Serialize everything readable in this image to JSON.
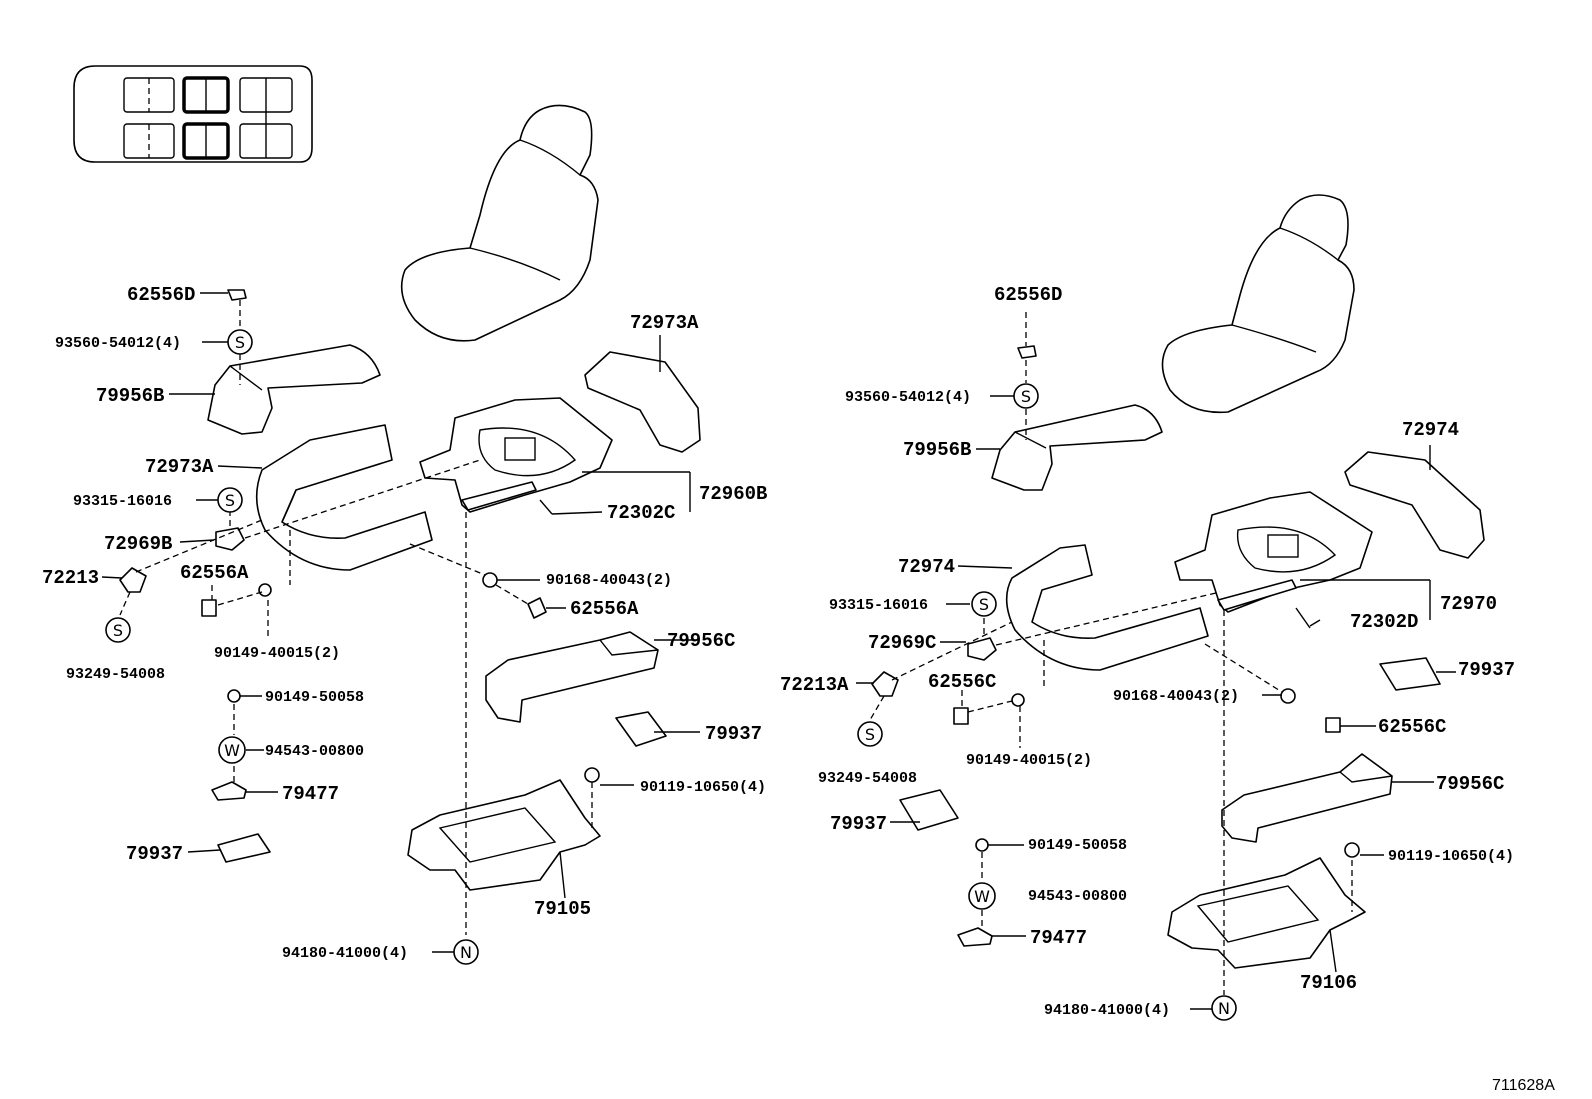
{
  "diagram_code": "711628A",
  "left_assembly": {
    "labels": {
      "l_62556D": "62556D",
      "l_93560": "93560-54012(4)",
      "l_79956B": "79956B",
      "l_72973A_top": "72973A",
      "l_72973A": "72973A",
      "l_93315": "93315-16016",
      "l_72969B": "72969B",
      "l_72213": "72213",
      "l_62556A_a": "62556A",
      "l_93249": "93249-54008",
      "l_90149_40015": "90149-40015(2)",
      "l_90168": "90168-40043(2)",
      "l_62556A_b": "62556A",
      "l_72302C": "72302C",
      "l_72960B": "72960B",
      "l_79956C": "79956C",
      "l_90149_50058": "90149-50058",
      "l_94543": "94543-00800",
      "l_79477": "79477",
      "l_79937_a": "79937",
      "l_79937_b": "79937",
      "l_90119": "90119-10650(4)",
      "l_79105": "79105",
      "l_94180": "94180-41000(4)"
    },
    "symbols": {
      "s1": "S",
      "s2": "S",
      "s3": "S",
      "w": "W",
      "n": "N"
    }
  },
  "right_assembly": {
    "labels": {
      "r_62556D": "62556D",
      "r_93560": "93560-54012(4)",
      "r_79956B": "79956B",
      "r_72974_top": "72974",
      "r_72974": "72974",
      "r_93315": "93315-16016",
      "r_72969C": "72969C",
      "r_72213A": "72213A",
      "r_62556C_a": "62556C",
      "r_93249": "93249-54008",
      "r_90149_40015": "90149-40015(2)",
      "r_90168": "90168-40043(2)",
      "r_72302D": "72302D",
      "r_72970": "72970",
      "r_79937_a": "79937",
      "r_62556C_b": "62556C",
      "r_79956C": "79956C",
      "r_79937_b": "79937",
      "r_90149_50058": "90149-50058",
      "r_94543": "94543-00800",
      "r_90119": "90119-10650(4)",
      "r_79477": "79477",
      "r_79106": "79106",
      "r_94180": "94180-41000(4)"
    },
    "symbols": {
      "s1": "S",
      "s2": "S",
      "s3": "S",
      "w": "W",
      "n": "N"
    }
  }
}
